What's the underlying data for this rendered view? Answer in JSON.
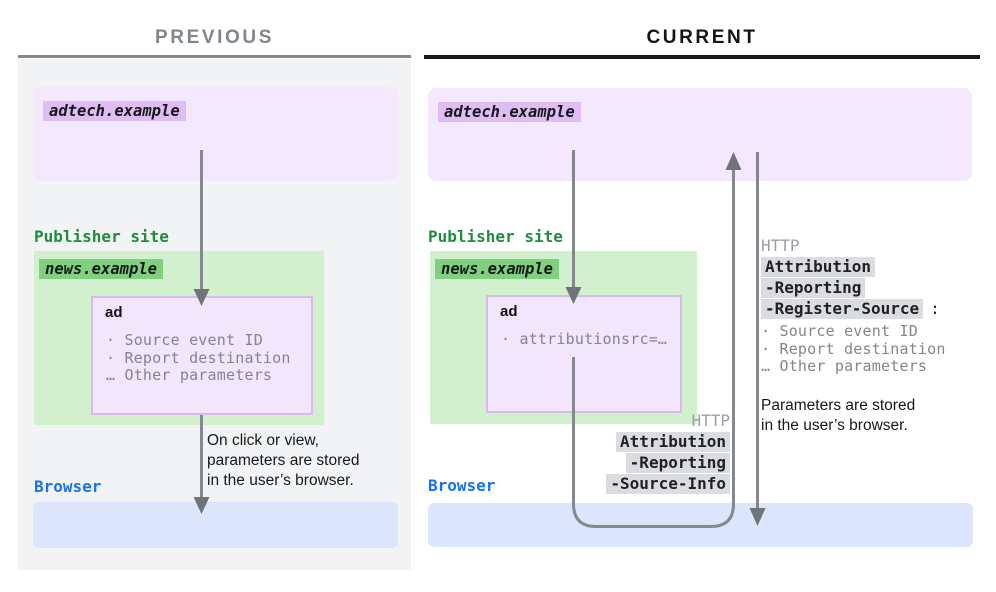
{
  "titles": {
    "previous": "PREVIOUS",
    "current": "CURRENT"
  },
  "colors": {
    "purple_box": "#f3e8fd",
    "purple_chip": "#debdf5",
    "green_box": "#d2f0cd",
    "green_chip": "#7fd07f",
    "green_text": "#1e8e3e",
    "blue_text": "#1a73e8",
    "blue_box": "#dbe6fc",
    "gray_panel": "#f1f3f4",
    "gray_chip": "#dadce0",
    "muted_text": "#80868b",
    "arrow": "#85898d"
  },
  "previous": {
    "adtech_label": "adtech.example",
    "publisher_site_label": "Publisher site",
    "news_label": "news.example",
    "ad_frame_label": "ad",
    "ad_params": [
      "· Source event ID",
      "· Report destination",
      "… Other parameters"
    ],
    "flow_note": "On click or view,\nparameters are stored\nin the user’s browser.",
    "browser_label": "Browser"
  },
  "current": {
    "adtech_label": "adtech.example",
    "publisher_site_label": "Publisher site",
    "news_label": "news.example",
    "ad_frame_label": "ad",
    "ad_params": [
      "· attributionsrc=…"
    ],
    "http_request": {
      "protocol": "HTTP",
      "lines": [
        "Attribution",
        "-Reporting",
        "-Source-Info"
      ]
    },
    "http_response": {
      "protocol": "HTTP",
      "lines": [
        "Attribution",
        "-Reporting",
        "-Register-Source"
      ],
      "colon": ":",
      "params": [
        "· Source event ID",
        "· Report destination",
        "… Other parameters"
      ],
      "note": "Parameters are stored\nin the user’s browser."
    },
    "browser_label": "Browser"
  }
}
